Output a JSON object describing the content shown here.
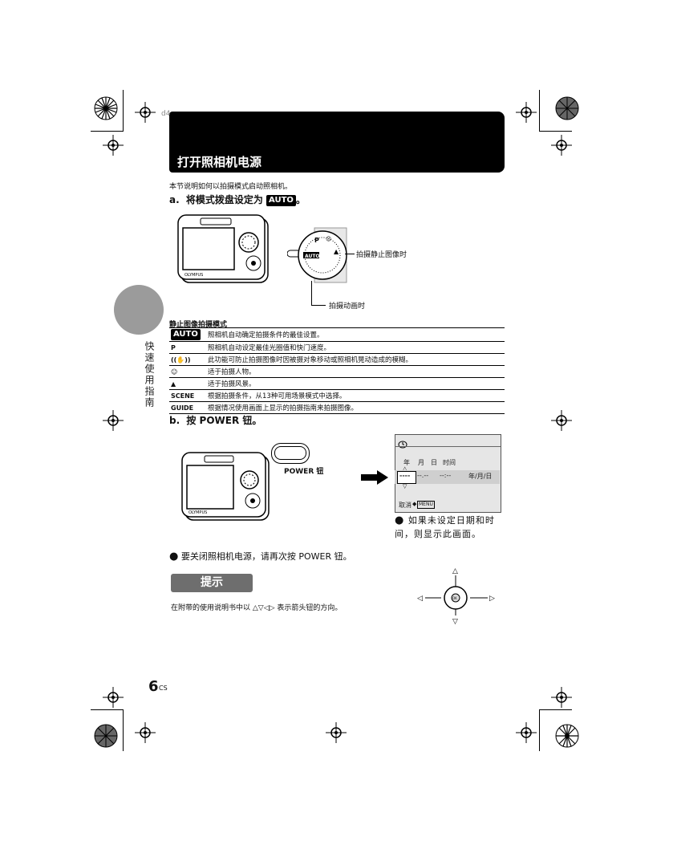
{
  "page_code": "d4",
  "header": {
    "title": "打开照相机电源"
  },
  "side_tab": {
    "label": "快速使用指南"
  },
  "intro": "本节说明如何以拍摄模式启动照相机。",
  "step_a": {
    "letter": "a.",
    "text": "将模式拨盘设定为",
    "badge": "AUTO",
    "end": "。"
  },
  "dial_callouts": {
    "still": "拍摄静止图像时",
    "movie": "拍摄动画时"
  },
  "modes": {
    "title": "静止图像拍摄模式",
    "rows": [
      {
        "symbol": "AUTO",
        "desc": "照相机自动确定拍摄条件的最佳设置。"
      },
      {
        "symbol": "P",
        "desc": "照相机自动设定最佳光圈值和快门速度。"
      },
      {
        "symbol": "((✋))",
        "desc": "此功能可防止拍摄图像时因被摄对象移动或照相机晃动造成的模糊。"
      },
      {
        "symbol": "☺",
        "desc": "适于拍摄人物。"
      },
      {
        "symbol": "▲",
        "desc": "适于拍摄风景。"
      },
      {
        "symbol": "SCENE",
        "desc": "根据拍摄条件，从13种可用场景模式中选择。"
      },
      {
        "symbol": "GUIDE",
        "desc": "根据情况使用画面上显示的拍摄指南来拍摄图像。"
      }
    ]
  },
  "step_b": {
    "letter": "b.",
    "text": "按 POWER 钮。"
  },
  "power_label": "POWER 钮",
  "lcd": {
    "headers": {
      "year": "年",
      "month": "月",
      "day": "日",
      "time": "时间"
    },
    "year_value": "----",
    "md_value": "--.--",
    "time_value": "--:--",
    "format": "年/月/日",
    "cancel": "取消",
    "menu": "MENU"
  },
  "lcd_note": "如果未设定日期和时间，则显示此画面。",
  "power_off_note": "要关闭照相机电源，请再次按 POWER 钮。",
  "hint": {
    "title": "提示",
    "text": "在附带的使用说明书中以 △▽◁▷ 表示箭头钮的方向。"
  },
  "page_number": "6",
  "page_suffix": "CS"
}
